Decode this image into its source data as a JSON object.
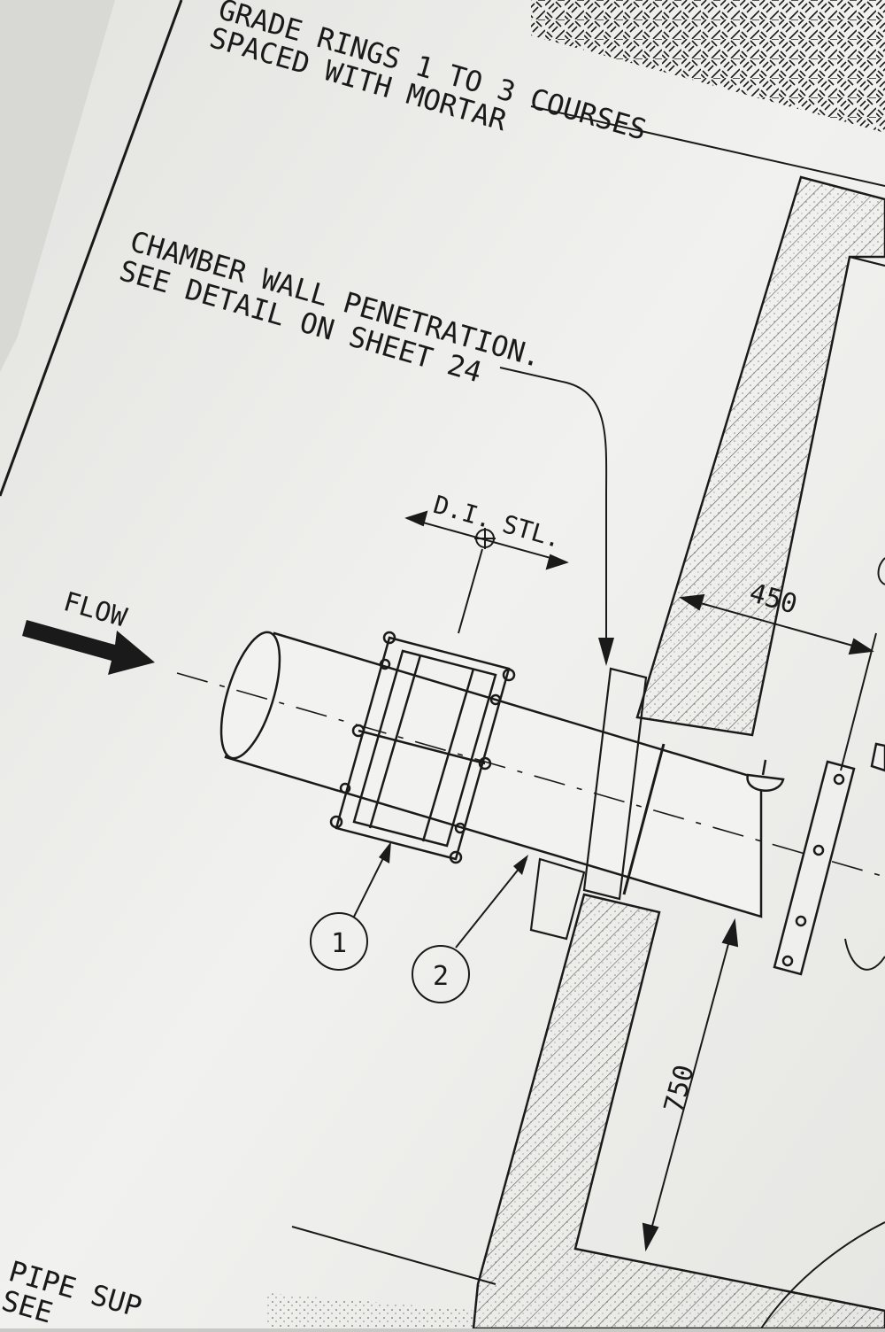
{
  "notes": {
    "grade_rings_line1": "GRADE RINGS 1 TO 3 COURSES",
    "grade_rings_line2": "SPACED WITH MORTAR",
    "chamber_wall_line1": "CHAMBER WALL PENETRATION.",
    "chamber_wall_line2": "SEE DETAIL ON SHEET 24",
    "pipe_support_line1": "PIPE SUP",
    "pipe_support_line2": "SEE"
  },
  "labels": {
    "flow": "FLOW",
    "transition_left": "D.I.",
    "transition_right": "STL."
  },
  "dimensions": {
    "wall_gap": "450",
    "pipe_height": "750"
  },
  "callouts": [
    {
      "number": "1"
    },
    {
      "number": "2"
    }
  ],
  "colors": {
    "paper": "#efefed",
    "ink": "#1a1a1a",
    "hatch": "#555555"
  }
}
